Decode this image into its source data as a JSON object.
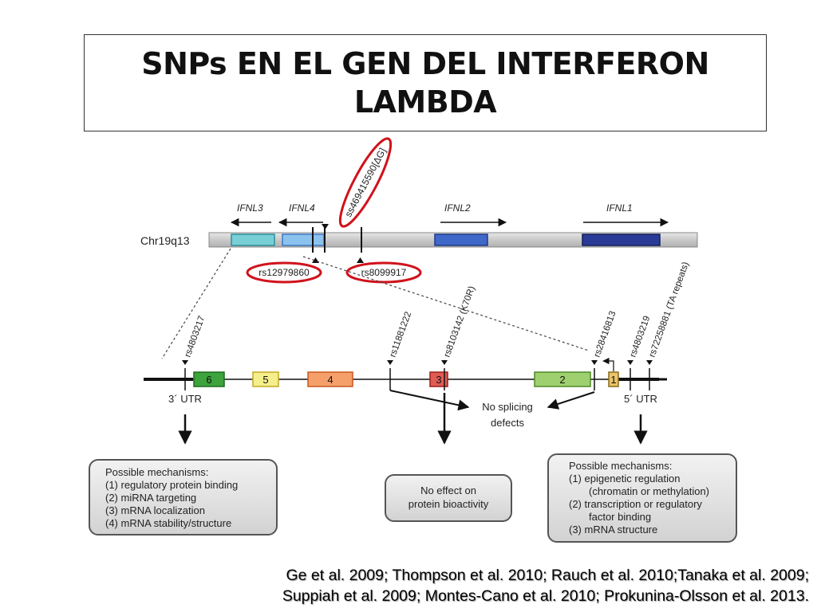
{
  "title": {
    "line1": "SNPs EN EL GEN DEL INTERFERON",
    "line2": "LAMBDA"
  },
  "chromosome": {
    "label": "Chr19q13",
    "genes": [
      "IFNL3",
      "IFNL4",
      "IFNL2",
      "IFNL1"
    ],
    "snps_below": [
      "rs12979860",
      "rs8099917"
    ],
    "snp_above": "ss469415590[ΔG]"
  },
  "gene_model": {
    "exons": [
      "6",
      "5",
      "4",
      "3",
      "2",
      "1"
    ],
    "snps": [
      "rs4803217",
      "rs11881222",
      "rs8103142 (K70R)",
      "rs28416813",
      "rs4803219",
      "rs72258881 (TA repeats)"
    ],
    "utr3": "3´ UTR",
    "utr5": "5´ UTR",
    "splicing_line1": "No splicing",
    "splicing_line2": "defects"
  },
  "boxes": {
    "left": [
      "Possible mechanisms:",
      "(1) regulatory protein binding",
      "(2) miRNA targeting",
      "(3) mRNA localization",
      "(4) mRNA stability/structure"
    ],
    "center": [
      "No effect on",
      "protein bioactivity"
    ],
    "right": [
      "Possible mechanisms:",
      "(1) epigenetic regulation",
      "(chromatin or methylation)",
      "(2) transcription or regulatory",
      "factor binding",
      "(3) mRNA structure"
    ]
  },
  "references": {
    "line1": "Ge et al. 2009; Thompson et al. 2010; Rauch et al. 2010;Tanaka et al. 2009;",
    "line2": "Suppiah et al. 2009; Montes-Cano et al. 2010; Prokunina-Olsson et al. 2013."
  },
  "colors": {
    "highlight": "#d0121b",
    "exon6": "#3da33d",
    "exon5": "#e8d84a",
    "exon4": "#ee7b3d",
    "exon3": "#d9362f",
    "exon2": "#7fbf4d",
    "exon1": "#c9a233",
    "ifnl3": "#79cfd6",
    "ifnl4": "#8cc2ee",
    "ifnl2": "#3f68c8",
    "ifnl1": "#2a3b97"
  }
}
